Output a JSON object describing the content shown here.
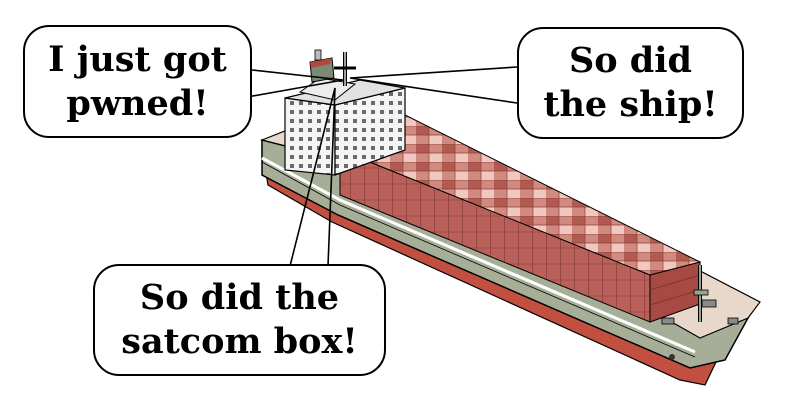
{
  "bubbles": [
    {
      "line1": "I just got",
      "line2": "pwned!"
    },
    {
      "line1": "So did",
      "line2": "the ship!"
    },
    {
      "line1": "So did the",
      "line2": "satcom box!"
    }
  ],
  "colors": {
    "hull_upper": "#d7ddd0",
    "hull_lower": "#a7ae98",
    "bottom_red": "#c25040",
    "deck": "#e8d8cc",
    "container_dark": "#a84a44",
    "container_mid": "#d08a80",
    "container_light": "#f0c8c0",
    "superstructure": "#f4f4f4",
    "outline": "#000000"
  }
}
